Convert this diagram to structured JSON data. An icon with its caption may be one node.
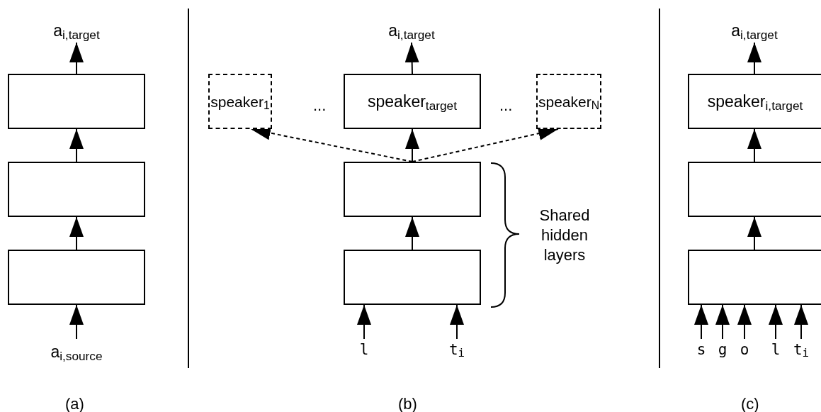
{
  "diagram": {
    "nodes": [
      {
        "text": [
          "a$_{i,target}$"
        ]
      },
      {
        "text": [],
        "shape": "box"
      },
      {
        "text": [],
        "shape": "box"
      },
      {
        "text": [],
        "shape": "box"
      },
      {
        "text": [
          "a$_{i,source}$"
        ]
      },
      {
        "text": [
          "a$_{i,target}$"
        ]
      },
      {
        "text": [
          "speaker$_{1}$"
        ]
      },
      {
        "text": [
          "speaker$_{target}$"
        ]
      },
      {
        "text": [
          "speaker$_{N}$"
        ]
      },
      {
        "text": [],
        "shape": "box"
      },
      {
        "text": [],
        "shape": "box"
      },
      {
        "text": [
          "l"
        ]
      },
      {
        "text": [
          "t$_{i}$"
        ]
      },
      {
        "text": [
          "a$_{i,target}$"
        ]
      },
      {
        "text": [
          "speaker$_{i,target}$"
        ]
      },
      {
        "text": [],
        "shape": "box"
      },
      {
        "text": [],
        "shape": "box"
      },
      {
        "text": [
          "s"
        ]
      },
      {
        "text": [
          "g"
        ]
      },
      {
        "text": [
          "o"
        ]
      },
      {
        "text": [
          "l"
        ]
      },
      {
        "text": [
          "t$_{i}$"
        ]
      }
    ],
    "edges": [
      {
        "from": 4,
        "to": 3,
        "arrow": "to"
      },
      {
        "from": 3,
        "to": 2,
        "arrow": "to"
      },
      {
        "from": 2,
        "to": 1,
        "arrow": "to"
      },
      {
        "from": 1,
        "to": 0,
        "arrow": "to"
      },
      {
        "from": 7,
        "to": 5,
        "arrow": "to"
      },
      {
        "from": 9,
        "to": 6,
        "arrow": "to",
        "style": "dashed"
      },
      {
        "from": 9,
        "to": 7,
        "arrow": "to"
      },
      {
        "from": 9,
        "to": 8,
        "arrow": "to",
        "style": "dashed"
      },
      {
        "from": 10,
        "to": 9,
        "arrow": "to"
      },
      {
        "from": 11,
        "to": 10,
        "arrow": "to"
      },
      {
        "from": 12,
        "to": 10,
        "arrow": "to"
      },
      {
        "from": 14,
        "to": 13,
        "arrow": "to"
      },
      {
        "from": 15,
        "to": 14,
        "arrow": "to"
      },
      {
        "from": 16,
        "to": 15,
        "arrow": "to"
      },
      {
        "from": 17,
        "to": 16,
        "arrow": "to"
      },
      {
        "from": 18,
        "to": 16,
        "arrow": "to"
      },
      {
        "from": 19,
        "to": 16,
        "arrow": "to"
      },
      {
        "from": 20,
        "to": 16,
        "arrow": "to"
      },
      {
        "from": 21,
        "to": 16,
        "arrow": "to"
      }
    ],
    "labels": [
      "...",
      "...",
      "Shared hidden layers",
      "(a)",
      "(b)",
      "(c)"
    ]
  }
}
